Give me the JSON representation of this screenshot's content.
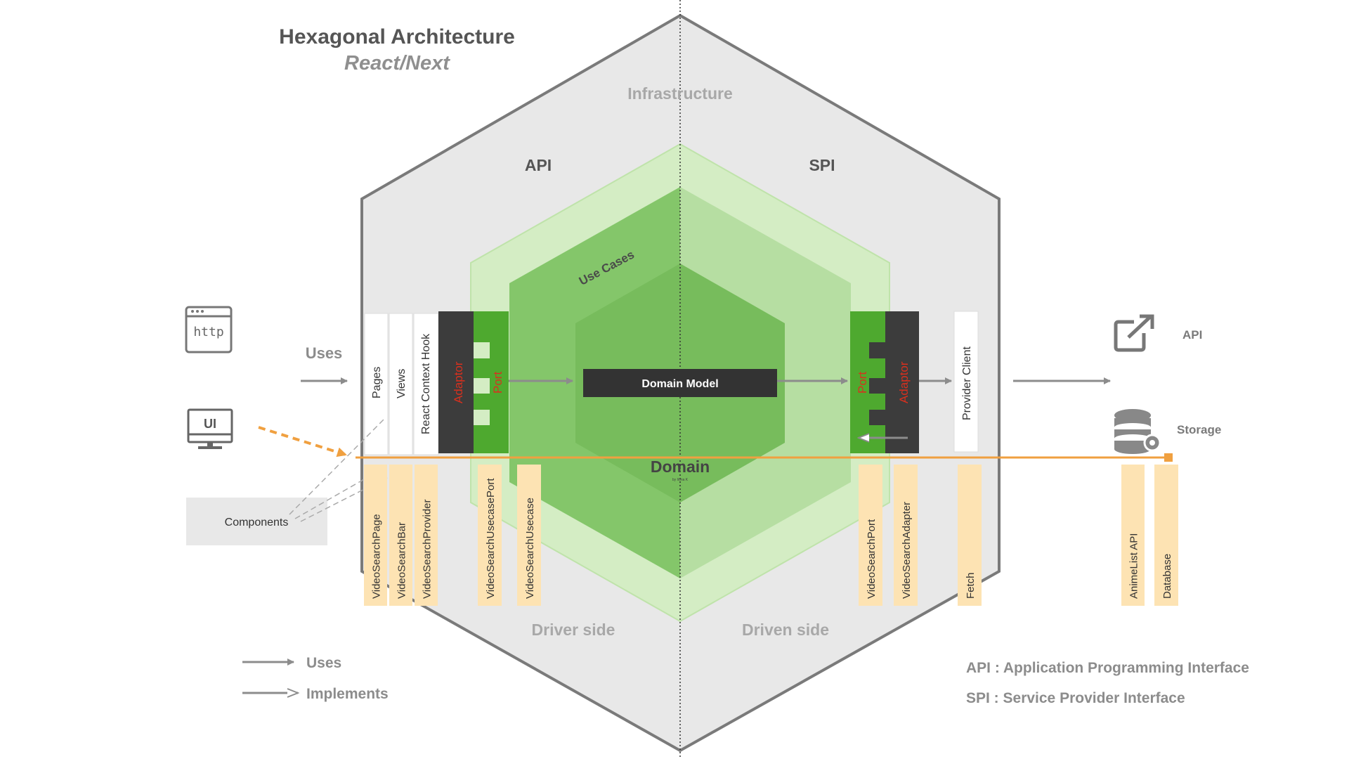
{
  "header": {
    "title": "Hexagonal Architecture",
    "subtitle": "React/Next"
  },
  "zones": {
    "infrastructure": "Infrastructure",
    "api": "API",
    "spi": "SPI",
    "use_cases": "Use Cases",
    "domain": "Domain",
    "domain_small": "by Ilona K",
    "driver_side": "Driver side",
    "driven_side": "Driven side"
  },
  "left": {
    "http_icon_text": "http",
    "ui_icon_text": "UI",
    "uses_label": "Uses",
    "components_label": "Components",
    "layers": [
      "Pages",
      "Views",
      "React Context Hook"
    ],
    "adaptor": "Adaptor",
    "port": "Port",
    "tags": [
      "VideoSearchPage",
      "VideoSearchBar",
      "VideoSearchProvider",
      "VideoSearchUsecasePort",
      "VideoSearchUsecase"
    ]
  },
  "center": {
    "domain_model": "Domain Model"
  },
  "right": {
    "port": "Port",
    "adaptor": "Adaptor",
    "provider_client": "Provider Client",
    "api_label": "API",
    "storage_label": "Storage",
    "tags": [
      "VideoSearchPort",
      "VideoSearchAdapter",
      "Fetch"
    ],
    "external_tags": [
      "AnimeList API",
      "Database"
    ]
  },
  "legend": {
    "uses": "Uses",
    "implements": "Implements"
  },
  "definitions": {
    "api": "API : Application Programming Interface",
    "spi": "SPI : Service Provider Interface"
  },
  "colors": {
    "outer_hex": "#e8e8e8",
    "hex_stroke": "#7a7a7a",
    "use_case_outer": "#d4edc4",
    "use_case_left": "#84c66a",
    "use_case_right": "#b6dea2",
    "domain": "#77bc5c",
    "port_green": "#4ea92f",
    "adaptor_dark": "#3c3c3c",
    "tag_fill": "#fde3b3",
    "orange": "#f0a040",
    "text_red": "#d9301e"
  }
}
